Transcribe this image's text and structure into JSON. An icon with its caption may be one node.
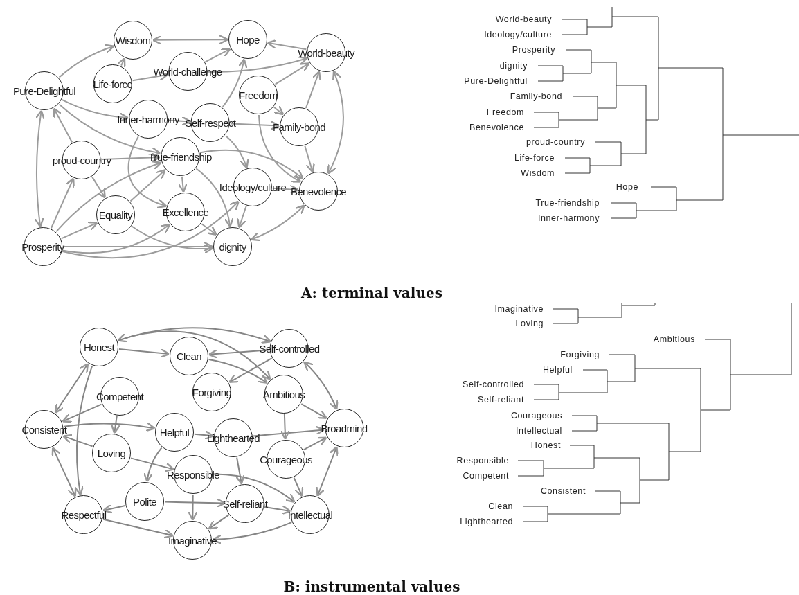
{
  "diagram": {
    "nodes": [
      {
        "text": [
          "Wisdom"
        ]
      },
      {
        "text": [
          "Hope"
        ]
      },
      {
        "text": [
          "World-beauty"
        ]
      },
      {
        "text": [
          "World-challenge"
        ]
      },
      {
        "text": [
          "Life-force"
        ]
      },
      {
        "text": [
          "Pure-Delightful"
        ]
      },
      {
        "text": [
          "Freedom"
        ]
      },
      {
        "text": [
          "Inner-harmony"
        ]
      },
      {
        "text": [
          "Self-respect"
        ]
      },
      {
        "text": [
          "Family-bond"
        ]
      },
      {
        "text": [
          "proud-country"
        ]
      },
      {
        "text": [
          "True-friendship"
        ]
      },
      {
        "text": [
          "Ideology/culture"
        ]
      },
      {
        "text": [
          "Benevolence"
        ]
      },
      {
        "text": [
          "Equality"
        ]
      },
      {
        "text": [
          "Excellence"
        ]
      },
      {
        "text": [
          "Prosperity"
        ]
      },
      {
        "text": [
          "dignity"
        ]
      },
      {
        "text": [
          "Honest"
        ]
      },
      {
        "text": [
          "Clean"
        ]
      },
      {
        "text": [
          "Self-controlled"
        ]
      },
      {
        "text": [
          "Competent"
        ]
      },
      {
        "text": [
          "Forgiving"
        ]
      },
      {
        "text": [
          "Ambitious"
        ]
      },
      {
        "text": [
          "Consistent"
        ]
      },
      {
        "text": [
          "Helpful"
        ]
      },
      {
        "text": [
          "Lighthearted"
        ]
      },
      {
        "text": [
          "Broadmind"
        ]
      },
      {
        "text": [
          "Loving"
        ]
      },
      {
        "text": [
          "Courageous"
        ]
      },
      {
        "text": [
          "Responsible"
        ]
      },
      {
        "text": [
          "Polite"
        ]
      },
      {
        "text": [
          "Self-reliant"
        ]
      },
      {
        "text": [
          "Respectful"
        ]
      },
      {
        "text": [
          "Intellectual"
        ]
      },
      {
        "text": [
          "Imaginative"
        ]
      }
    ],
    "edges": [
      {
        "from": 0,
        "to": 1,
        "arrow": "both"
      },
      {
        "from": 2,
        "to": 1,
        "arrow": "to"
      },
      {
        "from": 5,
        "to": 0,
        "arrow": "to"
      },
      {
        "from": 5,
        "to": 16,
        "arrow": "both"
      },
      {
        "from": 16,
        "to": 17,
        "arrow": "to"
      },
      {
        "from": 17,
        "to": 13,
        "arrow": "both"
      },
      {
        "from": 2,
        "to": 13,
        "arrow": "both"
      },
      {
        "from": 16,
        "to": 10,
        "arrow": "to"
      },
      {
        "from": 10,
        "to": 5,
        "arrow": "to"
      },
      {
        "from": 16,
        "to": 14,
        "arrow": "to"
      },
      {
        "from": 16,
        "to": 15,
        "arrow": "to"
      },
      {
        "from": 5,
        "to": 11,
        "arrow": "to"
      },
      {
        "from": 5,
        "to": 7,
        "arrow": "to"
      },
      {
        "from": 4,
        "to": 0,
        "arrow": "to"
      },
      {
        "from": 3,
        "to": 1,
        "arrow": "to"
      },
      {
        "from": 3,
        "to": 2,
        "arrow": "to"
      },
      {
        "from": 8,
        "to": 1,
        "arrow": "to"
      },
      {
        "from": 6,
        "to": 2,
        "arrow": "to"
      },
      {
        "from": 9,
        "to": 2,
        "arrow": "to"
      },
      {
        "from": 11,
        "to": 17,
        "arrow": "to"
      },
      {
        "from": 12,
        "to": 17,
        "arrow": "to"
      },
      {
        "from": 15,
        "to": 17,
        "arrow": "to"
      },
      {
        "from": 14,
        "to": 17,
        "arrow": "to"
      },
      {
        "from": 10,
        "to": 11,
        "arrow": "to"
      },
      {
        "from": 7,
        "to": 8,
        "arrow": "to"
      },
      {
        "from": 4,
        "to": 3,
        "arrow": "to"
      },
      {
        "from": 9,
        "to": 13,
        "arrow": "to"
      },
      {
        "from": 6,
        "to": 9,
        "arrow": "to"
      },
      {
        "from": 12,
        "to": 13,
        "arrow": "to"
      },
      {
        "from": 8,
        "to": 12,
        "arrow": "to"
      },
      {
        "from": 11,
        "to": 15,
        "arrow": "to"
      },
      {
        "from": 14,
        "to": 11,
        "arrow": "to"
      },
      {
        "from": 10,
        "to": 14,
        "arrow": "to"
      },
      {
        "from": 7,
        "to": 15,
        "arrow": "to"
      },
      {
        "from": 8,
        "to": 9,
        "arrow": "to"
      },
      {
        "from": 11,
        "to": 13,
        "arrow": "to"
      },
      {
        "from": 6,
        "to": 13,
        "arrow": "to"
      },
      {
        "from": 16,
        "to": 11,
        "arrow": "to"
      },
      {
        "from": 16,
        "to": 12,
        "arrow": "to"
      },
      {
        "from": 18,
        "to": 19,
        "arrow": "to"
      },
      {
        "from": 20,
        "to": 19,
        "arrow": "to"
      },
      {
        "from": 18,
        "to": 20,
        "arrow": "both"
      },
      {
        "from": 18,
        "to": 24,
        "arrow": "both"
      },
      {
        "from": 24,
        "to": 33,
        "arrow": "both"
      },
      {
        "from": 20,
        "to": 27,
        "arrow": "both"
      },
      {
        "from": 27,
        "to": 34,
        "arrow": "both"
      },
      {
        "from": 33,
        "to": 35,
        "arrow": "to"
      },
      {
        "from": 34,
        "to": 35,
        "arrow": "to"
      },
      {
        "from": 18,
        "to": 33,
        "arrow": "to"
      },
      {
        "from": 24,
        "to": 25,
        "arrow": "to"
      },
      {
        "from": 18,
        "to": 23,
        "arrow": "to"
      },
      {
        "from": 19,
        "to": 23,
        "arrow": "to"
      },
      {
        "from": 20,
        "to": 22,
        "arrow": "to"
      },
      {
        "from": 23,
        "to": 27,
        "arrow": "to"
      },
      {
        "from": 25,
        "to": 26,
        "arrow": "to"
      },
      {
        "from": 26,
        "to": 27,
        "arrow": "to"
      },
      {
        "from": 28,
        "to": 30,
        "arrow": "to"
      },
      {
        "from": 29,
        "to": 27,
        "arrow": "to"
      },
      {
        "from": 30,
        "to": 34,
        "arrow": "to"
      },
      {
        "from": 31,
        "to": 32,
        "arrow": "to"
      },
      {
        "from": 32,
        "to": 34,
        "arrow": "to"
      },
      {
        "from": 28,
        "to": 24,
        "arrow": "to"
      },
      {
        "from": 21,
        "to": 24,
        "arrow": "to"
      },
      {
        "from": 31,
        "to": 33,
        "arrow": "to"
      },
      {
        "from": 30,
        "to": 35,
        "arrow": "to"
      },
      {
        "from": 32,
        "to": 35,
        "arrow": "to"
      },
      {
        "from": 29,
        "to": 34,
        "arrow": "to"
      },
      {
        "from": 23,
        "to": 29,
        "arrow": "to"
      },
      {
        "from": 25,
        "to": 31,
        "arrow": "to"
      },
      {
        "from": 26,
        "to": 32,
        "arrow": "to"
      },
      {
        "from": 21,
        "to": 28,
        "arrow": "to"
      }
    ],
    "labels": [
      "World-beauty",
      "Ideology/culture",
      "Prosperity",
      "dignity",
      "Pure-Delightful",
      "Family-bond",
      "Freedom",
      "Benevolence",
      "proud-country",
      "Life-force",
      "Wisdom",
      "Hope",
      "True-friendship",
      "Inner-harmony",
      "A: terminal values",
      "Imaginative",
      "Loving",
      "Ambitious",
      "Forgiving",
      "Helpful",
      "Self-controlled",
      "Self-reliant",
      "Courageous",
      "Intellectual",
      "Honest",
      "Responsible",
      "Competent",
      "Consistent",
      "Clean",
      "Lighthearted",
      "B: instrumental values"
    ]
  }
}
